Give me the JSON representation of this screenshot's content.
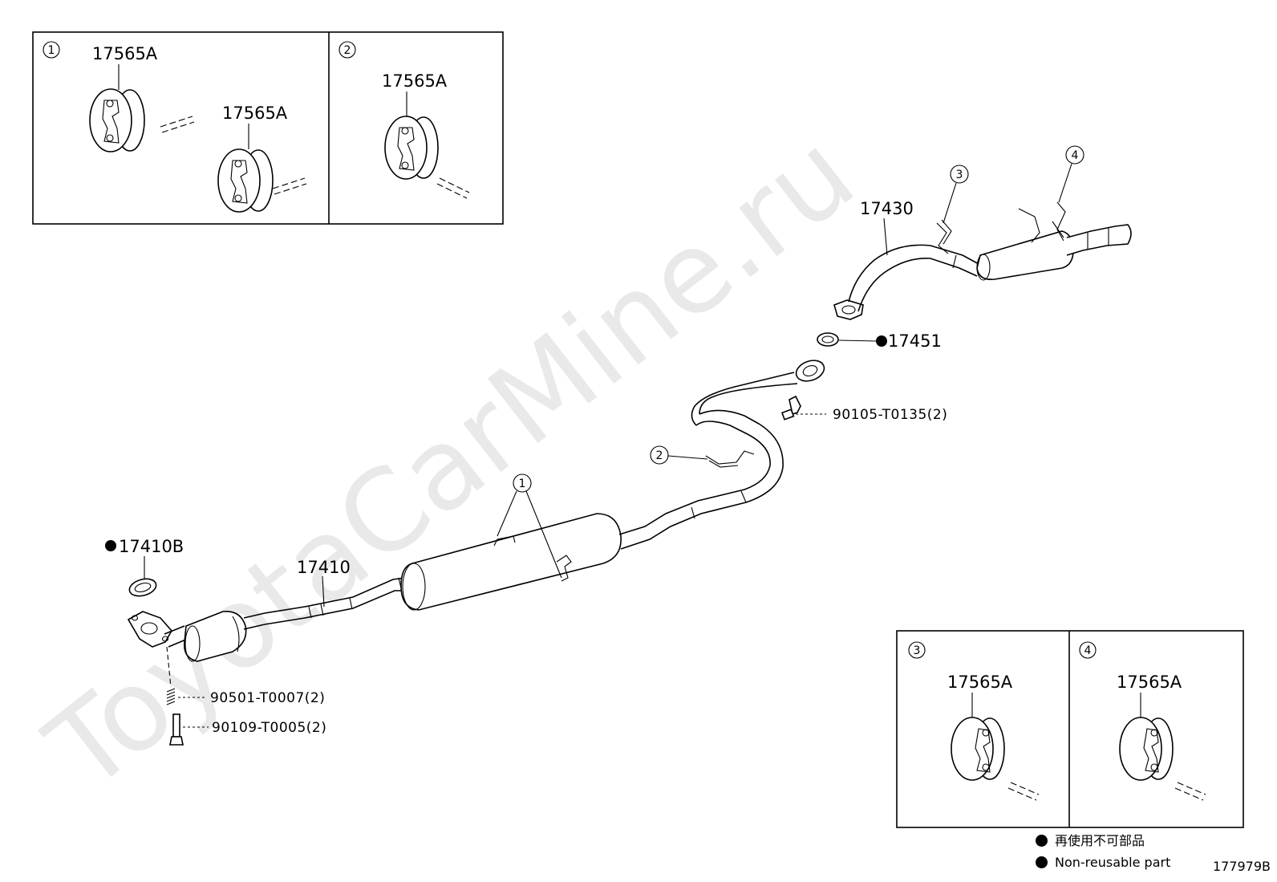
{
  "watermark": "ToyotaCarMine.ru",
  "inset_boxes": [
    {
      "number": "1",
      "labels": [
        "17565A",
        "17565A"
      ]
    },
    {
      "number": "2",
      "labels": [
        "17565A"
      ]
    },
    {
      "number": "3",
      "labels": [
        "17565A"
      ]
    },
    {
      "number": "4",
      "labels": [
        "17565A"
      ]
    }
  ],
  "parts": {
    "p17430": "17430",
    "p17451": "17451",
    "p90105": "90105-T0135(2)",
    "p17410B": "17410B",
    "p17410": "17410",
    "p90501": "90501-T0007(2)",
    "p90109": "90109-T0005(2)"
  },
  "callouts": [
    "1",
    "2",
    "3",
    "4"
  ],
  "legend": {
    "line1": "再使用不可部品",
    "line2": "Non-reusable part"
  },
  "diagram_id": "177979B"
}
